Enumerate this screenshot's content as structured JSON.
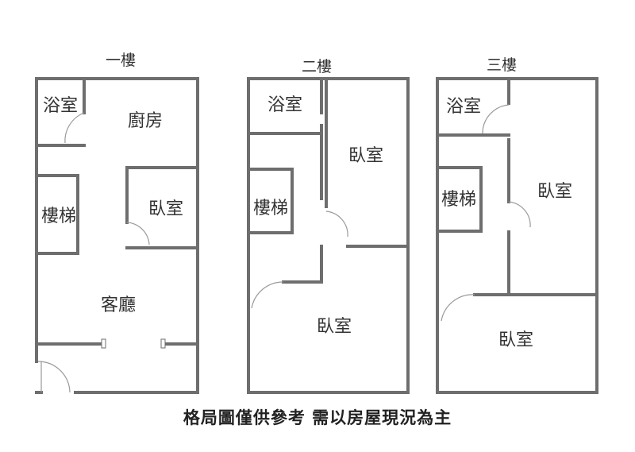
{
  "floors": [
    {
      "label": "一樓",
      "rooms": {
        "bath": "浴室",
        "kitchen": "廚房",
        "stairs": "樓梯",
        "bedroom": "臥室",
        "living": "客廳"
      }
    },
    {
      "label": "二樓",
      "rooms": {
        "bath": "浴室",
        "bedroom_a": "臥室",
        "stairs": "樓梯",
        "bedroom_b": "臥室"
      }
    },
    {
      "label": "三樓",
      "rooms": {
        "bath": "浴室",
        "stairs": "樓梯",
        "bedroom_a": "臥室",
        "bedroom_b": "臥室"
      }
    }
  ],
  "footnote": "格局圖僅供參考  需以房屋現況為主"
}
